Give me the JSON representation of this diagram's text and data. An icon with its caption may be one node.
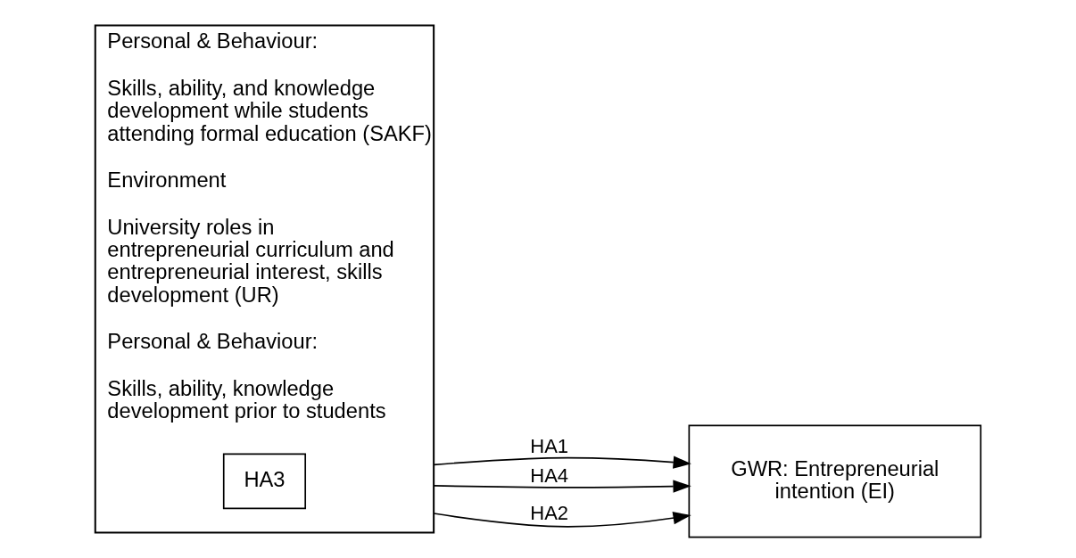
{
  "diagram": {
    "nodes": [
      {
        "text": [
          "Personal & Behaviour:",
          "Skills, ability, and knowledge development while students attending formal education (SAKF)",
          "Environment",
          "University roles in entrepreneurial curriculum and entrepreneurial interest, skills development (UR)",
          "Personal & Behaviour:",
          "Skills, ability, knowledge development prior to students"
        ]
      },
      {
        "text": [
          "HA3"
        ],
        "in": 0
      },
      {
        "text": [
          "GWR: Entrepreneurial intention (EI)"
        ]
      }
    ],
    "edges": [
      {
        "from": 0,
        "to": 2,
        "arrow": "to",
        "label": "HA1"
      },
      {
        "from": 0,
        "to": 2,
        "arrow": "to",
        "label": "HA4"
      },
      {
        "from": 0,
        "to": 2,
        "arrow": "to",
        "label": "HA2"
      }
    ]
  }
}
